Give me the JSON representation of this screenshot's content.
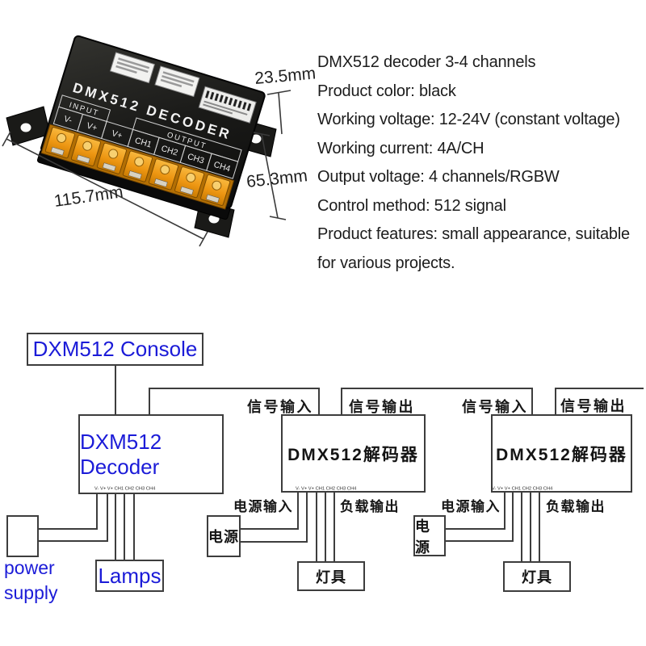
{
  "product": {
    "photo": {
      "device_title": "DMX512 DECODER",
      "input_header": "INPUT",
      "output_header": "OUTPUT",
      "input_terminals": [
        "V-",
        "V+"
      ],
      "output_terminals": [
        "V+",
        "CH1",
        "CH2",
        "CH3",
        "CH4"
      ],
      "dim_height": "23.5mm",
      "dim_depth": "65.3mm",
      "dim_width": "115.7mm"
    },
    "specs": [
      "DMX512 decoder 3-4 channels",
      "Product color: black",
      "Working voltage: 12-24V (constant voltage)",
      "Working current: 4A/CH",
      "Output voltage: 4 channels/RGBW",
      "Control method: 512 signal",
      "Product features: small appearance, suitable",
      "for various projects."
    ]
  },
  "diagram": {
    "console": "DXM512 Console",
    "decoder_en": "DXM512 Decoder",
    "decoder_cn": "DMX512解码器",
    "terminals": "V- V+ V+ CH1 CH2 CH3 CH4",
    "power_supply": "power supply",
    "lamps_en": "Lamps",
    "power_cn": "电源",
    "lamps_cn": "灯具",
    "signal_input": "信号输入",
    "signal_output": "信号输出",
    "power_input": "电源输入",
    "load_output": "负载输出"
  },
  "colors": {
    "accent_blue": "#1b1bd8",
    "wire_gray": "#3d3d3d",
    "terminal_orange": "#e89410",
    "device_black": "#161616"
  }
}
